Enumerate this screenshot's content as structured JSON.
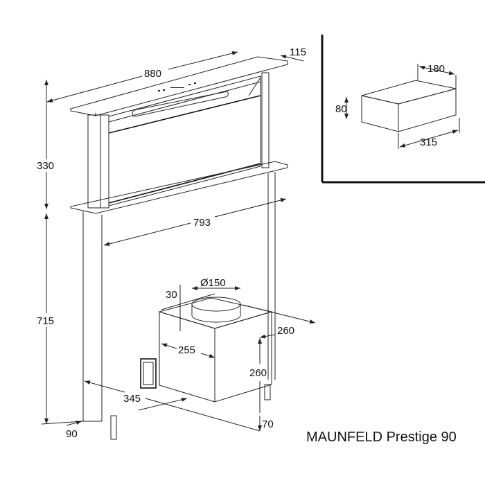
{
  "title": "MAUNFELD Prestige 90",
  "main_view": {
    "width": "880",
    "depth_top": "115",
    "height_visible": "330",
    "height_below": "715",
    "inner_width": "793",
    "duct_diameter": "Ø150",
    "duct_collar": "30",
    "motor_depth": "260",
    "motor_width": "255",
    "motor_height": "260",
    "motor_offset": "345",
    "motor_feet": "70",
    "column_depth": "90"
  },
  "inset_view": {
    "width": "180",
    "height": "80",
    "length": "315"
  },
  "colors": {
    "line": "#222222",
    "background": "#ffffff"
  }
}
